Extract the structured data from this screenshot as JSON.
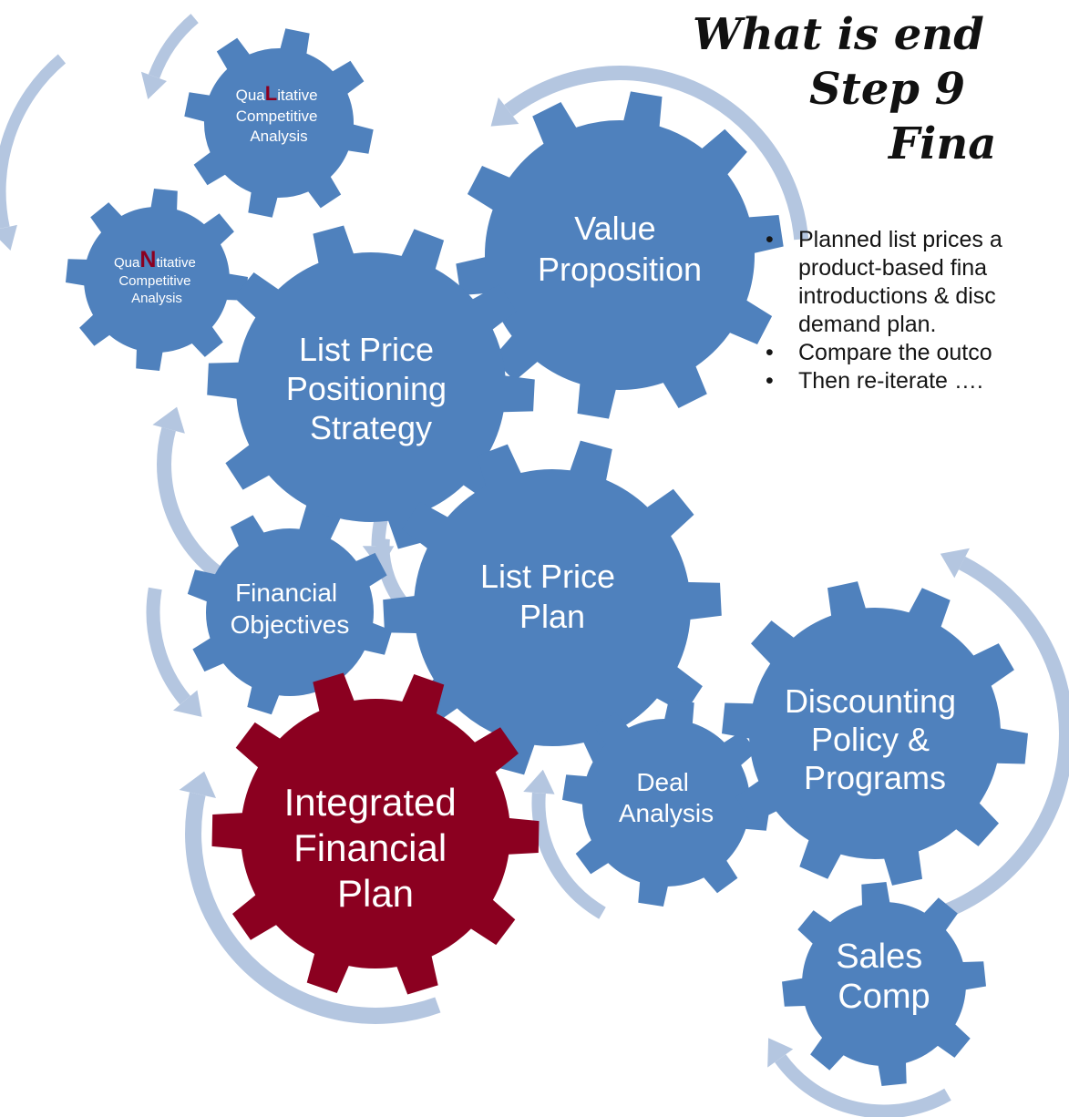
{
  "title": {
    "line1": "What is end",
    "line2": "Step 9",
    "line3": "Fina"
  },
  "bullets": [
    {
      "lines": [
        "Planned list prices a",
        "product-based fina",
        "introductions & disc",
        "demand plan."
      ]
    },
    {
      "lines": [
        "Compare the outco"
      ]
    },
    {
      "lines": [
        "Then re-iterate …."
      ]
    }
  ],
  "gears": {
    "qualitative": {
      "pre": "Qua",
      "accent": "L",
      "post": "itative",
      "line2": "Competitive",
      "line3": "Analysis"
    },
    "quantitative": {
      "pre": "Qua",
      "accent": "N",
      "post": "titative",
      "line2": "Competitive",
      "line3": "Analysis"
    },
    "value_proposition": [
      "Value",
      "Proposition"
    ],
    "list_price_positioning": [
      "List Price",
      "Positioning",
      "Strategy"
    ],
    "financial_objectives": [
      "Financial",
      "Objectives"
    ],
    "list_price_plan": [
      "List Price",
      "Plan"
    ],
    "integrated_financial_plan": [
      "Integrated",
      "Financial",
      "Plan"
    ],
    "deal_analysis": [
      "Deal",
      "Analysis"
    ],
    "discounting_policy": [
      "Discounting",
      "Policy &",
      "Programs"
    ],
    "sales_comp": [
      "Sales",
      "Comp"
    ]
  },
  "colors": {
    "gear_blue": "#4f81bd",
    "gear_red": "#8b0020",
    "arrow": "#b4c6e0",
    "accent_letter": "#8b0020"
  }
}
